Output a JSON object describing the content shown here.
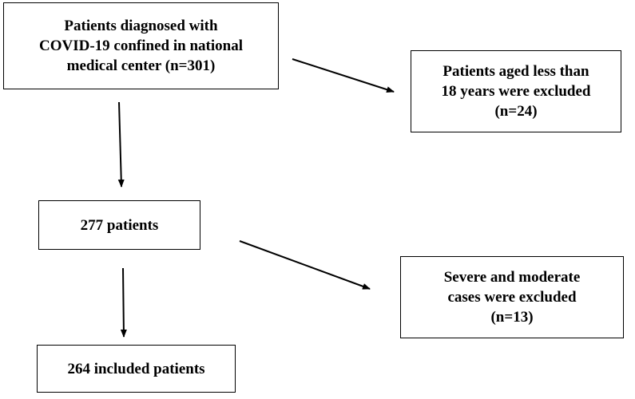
{
  "boxes": {
    "source": {
      "lines": [
        "Patients diagnosed with",
        "COVID-19 confined in national",
        "medical center (n=301)"
      ]
    },
    "age_exclusion": {
      "lines": [
        "Patients aged less than",
        "18 years were excluded",
        "(n=24)"
      ]
    },
    "remaining": {
      "lines": [
        "277 patients"
      ]
    },
    "severity_exclusion": {
      "lines": [
        "Severe and moderate",
        "cases were excluded",
        "(n=13)"
      ]
    },
    "included": {
      "lines": [
        "264 included patients"
      ]
    }
  },
  "colors": {
    "line": "#000000",
    "background": "#ffffff"
  }
}
